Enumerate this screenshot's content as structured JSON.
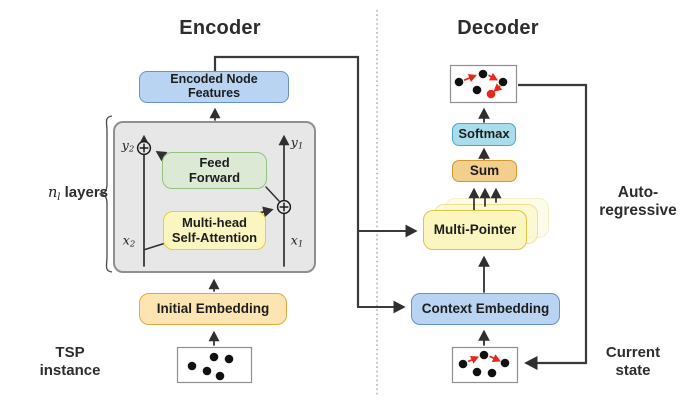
{
  "palette": {
    "blue_fill": "#b9d3f2",
    "blue_border": "#678fd2",
    "green_fill": "#dcead5",
    "green_border": "#94c185",
    "yellow_fill": "#fbf6c0",
    "yellow_border": "#e4ce41",
    "orange_fill": "#fce4b3",
    "orange_border": "#e7a93e",
    "tan_fill": "#f3cf8d",
    "tan_border": "#d4982b",
    "cyan_fill": "#a9ddec",
    "cyan_border": "#44abc8",
    "panel_fill": "#e7e7e7",
    "wire_color": "#2f2f2f",
    "red_accent": "#e8271a"
  },
  "encoder": {
    "title": "Encoder",
    "encoded_node_features": {
      "line1": "Encoded Node",
      "line2": "Features"
    },
    "layers_label": {
      "count_base": "n",
      "count_sub": "l",
      "word": "layers"
    },
    "feed_forward": {
      "line1": "Feed",
      "line2": "Forward"
    },
    "self_attention": {
      "line1": "Multi-head",
      "line2": "Self-Attention"
    },
    "initial_embedding": "Initial Embedding",
    "tsp_instance_label": {
      "line1": "TSP",
      "line2": "instance"
    },
    "stream_labels": {
      "y2": {
        "base": "y",
        "sub": "2"
      },
      "y1": {
        "base": "y",
        "sub": "1"
      },
      "x2": {
        "base": "x",
        "sub": "2"
      },
      "x1": {
        "base": "x",
        "sub": "1"
      }
    }
  },
  "decoder": {
    "title": "Decoder",
    "softmax_label": "Softmax",
    "sum_label": "Sum",
    "multi_pointer_label": "Multi-Pointer",
    "context_embedding_label": "Context Embedding",
    "autoregressive_label": {
      "line1": "Auto-",
      "line2": "regressive"
    },
    "current_state_label": {
      "line1": "Current",
      "line2": "state"
    }
  }
}
